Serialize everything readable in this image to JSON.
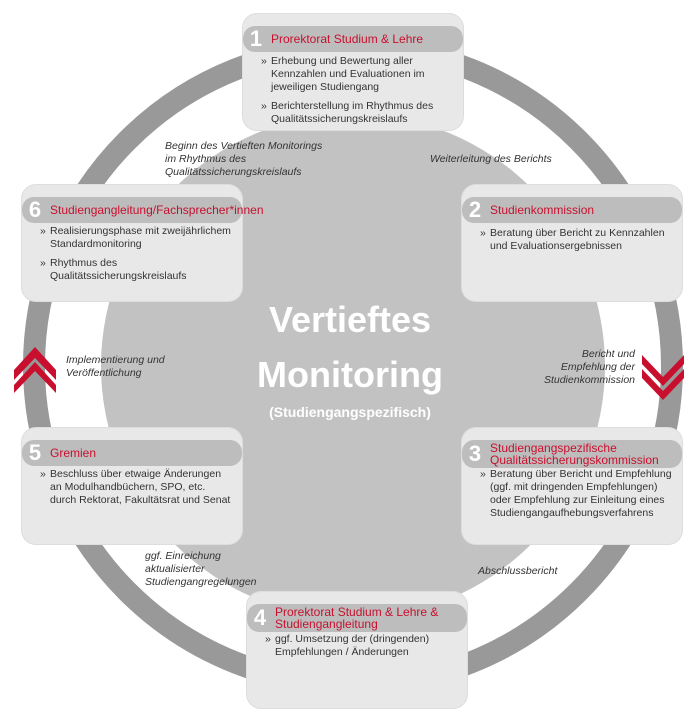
{
  "center": {
    "line1": "Vertieftes",
    "line2": "Monitoring",
    "subtitle": "(Studiengangspezifisch)"
  },
  "boxes": [
    {
      "num": "1",
      "title": "Prorektorat Studium & Lehre",
      "items": [
        "Erhebung und Bewertung aller Kennzahlen und Evaluationen im jeweiligen Studiengang",
        "Berichterstellung im Rhythmus des Qualitätssicherungskreislaufs"
      ]
    },
    {
      "num": "2",
      "title": "Studienkommission",
      "items": [
        "Beratung über Bericht zu Kennzahlen und Evaluationsergebnissen"
      ]
    },
    {
      "num": "3",
      "title": "Studiengangspezifische Qualitätssicherungskommission",
      "items": [
        "Beratung über Bericht und Empfehlung (ggf. mit dringenden Empfehlungen) oder Empfehlung zur Einleitung eines Studiengangaufhebungsverfahrens"
      ]
    },
    {
      "num": "4",
      "title": "Prorektorat Studium & Lehre & Studiengangleitung",
      "items": [
        "ggf. Umsetzung der (dringenden) Empfehlungen / Änderungen"
      ]
    },
    {
      "num": "5",
      "title": "Gremien",
      "items": [
        "Beschluss über etwaige Änderungen an Modulhandbüchern, SPO, etc. durch Rektorat, Fakultätsrat und Senat"
      ]
    },
    {
      "num": "6",
      "title": "Studiengangleitung/Fachsprecher*innen",
      "items": [
        "Realisierungsphase mit zweijährlichem Standardmonitoring",
        "Rhythmus des Qualitätssicherungskreislaufs"
      ]
    }
  ],
  "transitions": {
    "t1": "Weiterleitung des Berichts",
    "t2": "Bericht und Empfehlung der Studienkommission",
    "t3": "Abschlussbericht",
    "t4": "ggf. Einreichung aktualisierter Studiengangregelungen",
    "t5": "Implementierung und Veröffentlichung",
    "t6": "Beginn des Vertieften Monitorings im Rhythmus des Qualitätssicherungskreislaufs"
  },
  "bullet": "»",
  "colors": {
    "ring": "#999999",
    "disc": "#c2c2c2",
    "accent": "#c8102e"
  }
}
